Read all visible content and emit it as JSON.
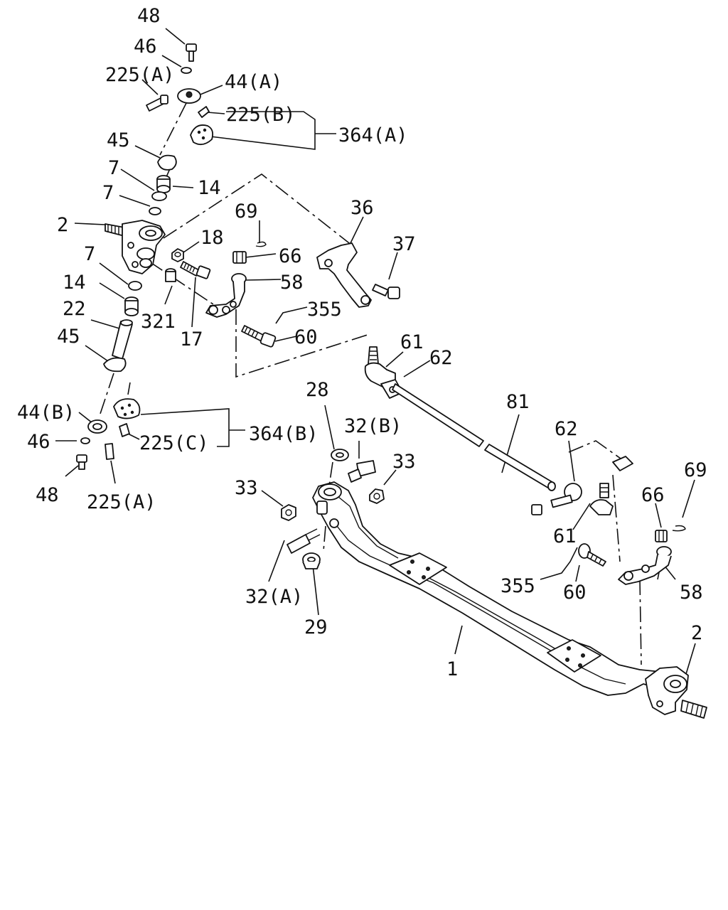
{
  "labels": {
    "p48_top": "48",
    "p46_top": "46",
    "p225a_top": "225(A)",
    "p44a": "44(A)",
    "p225b": "225(B)",
    "p364a": "364(A)",
    "p45_top": "45",
    "p7_a": "7",
    "p14_top": "14",
    "p7_b": "7",
    "p2_left": "2",
    "p69_left": "69",
    "p18": "18",
    "p66_left": "66",
    "p36": "36",
    "p37": "37",
    "p58_left": "58",
    "p7_c": "7",
    "p14_low": "14",
    "p22": "22",
    "p321": "321",
    "p17": "17",
    "p355_left": "355",
    "p60_left": "60",
    "p45_low": "45",
    "p61_left": "61",
    "p62_left": "62",
    "p28": "28",
    "p81": "81",
    "p32b": "32(B)",
    "p33_right": "33",
    "p44b": "44(B)",
    "p364b": "364(B)",
    "p46_low": "46",
    "p225c": "225(C)",
    "p48_low": "48",
    "p225a_low": "225(A)",
    "p62_right": "62",
    "p69_right": "69",
    "p33_left": "33",
    "p66_right": "66",
    "p61_right": "61",
    "p355_right": "355",
    "p60_right": "60",
    "p58_right": "58",
    "p32a": "32(A)",
    "p29": "29",
    "p1": "1",
    "p2_right": "2"
  }
}
